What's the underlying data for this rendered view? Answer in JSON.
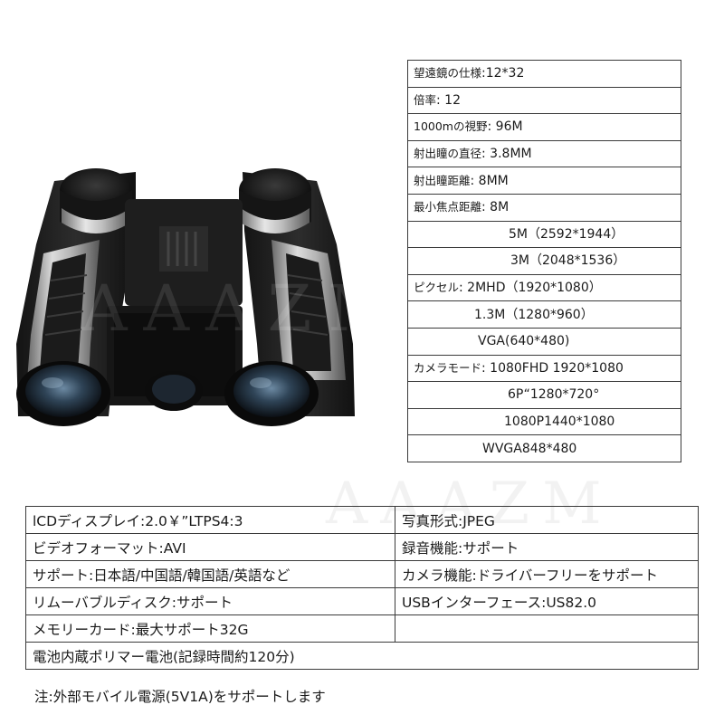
{
  "watermark": "AAAZM",
  "specs": [
    {
      "label": "望遠鏡の仕様",
      "value": ":12*32"
    },
    {
      "label": "倍率",
      "value": ": 12"
    },
    {
      "label": "1000mの視野",
      "value": ": 96M"
    },
    {
      "label": "射出瞳の直径",
      "value": ": 3.8MM"
    },
    {
      "label": "射出瞳距離",
      "value": ": 8MM"
    },
    {
      "label": "最小焦点距離",
      "value": ": 8M"
    },
    {
      "label": "",
      "value": "5M（2592*1944）"
    },
    {
      "label": "",
      "value": "3M（2048*1536）"
    },
    {
      "label": "ピクセル",
      "value": ": 2MHD（1920*1080）"
    },
    {
      "label": "",
      "value": "1.3M（1280*960）"
    },
    {
      "label": "",
      "value": "VGA(640*480)"
    },
    {
      "label": "カメラモード",
      "value": ": 1080FHD 1920*1080"
    },
    {
      "label": "",
      "value": "6P“1280*720°"
    },
    {
      "label": "",
      "value": "1080P1440*1080"
    },
    {
      "label": "",
      "value": "WVGA848*480"
    }
  ],
  "features": {
    "r1c1": "lCDディスプレイ:2.0￥”LTPS4:3",
    "r1c2": "写真形式:JPEG",
    "r2c1": "ビデオフォーマット:AVI",
    "r2c2": "録音機能:サポート",
    "r3c1": "サポート:日本語/中国語/韓国語/英語など",
    "r3c2": "カメラ機能:ドライバーフリーをサポート",
    "r4c1": "リムーバブルディスク:サポート",
    "r4c2": "USBインターフェース:US82.0",
    "r5c1": "メモリーカード:最大サポート32G",
    "r5c2": "",
    "r6c1": "電池内蔵ポリマー電池(記録時間約120分)"
  },
  "footnote": "注:外部モバイル電源(5V1A)をサポートします"
}
